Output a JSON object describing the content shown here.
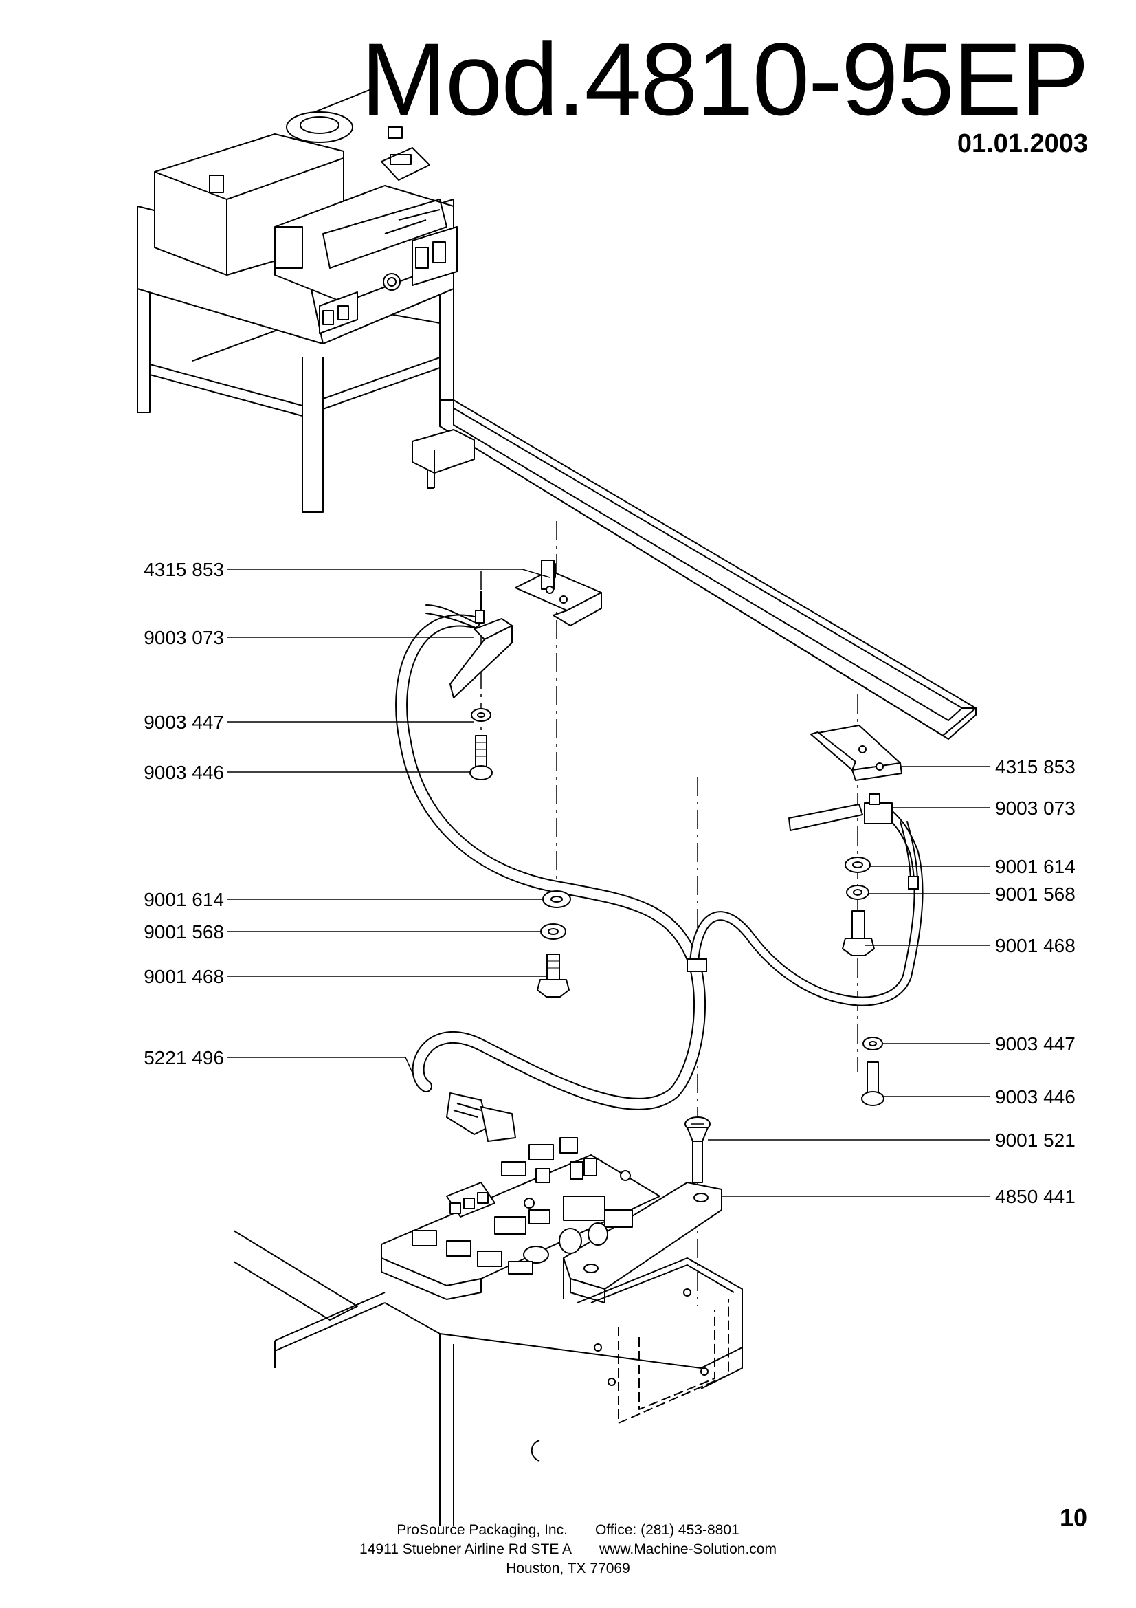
{
  "header": {
    "model": "Mod.4810-95EP",
    "date": "01.01.2003"
  },
  "callouts_left": [
    {
      "part": "4315 853"
    },
    {
      "part": "9003 073"
    },
    {
      "part": "9003 447"
    },
    {
      "part": "9003 446"
    },
    {
      "part": "9001 614"
    },
    {
      "part": "9001 568"
    },
    {
      "part": "9001 468"
    },
    {
      "part": "5221 496"
    }
  ],
  "callouts_right": [
    {
      "part": "4315 853"
    },
    {
      "part": "9003 073"
    },
    {
      "part": "9001 614"
    },
    {
      "part": "9001 568"
    },
    {
      "part": "9001 468"
    },
    {
      "part": "9003 447"
    },
    {
      "part": "9003 446"
    },
    {
      "part": "9001 521"
    },
    {
      "part": "4850 441"
    }
  ],
  "page_number": "10",
  "footer": {
    "company": "ProSource Packaging, Inc.",
    "office": "Office: (281) 453-8801",
    "address": "14911 Stuebner Airline Rd STE A",
    "website": "www.Machine-Solution.com",
    "city": "Houston, TX 77069"
  }
}
